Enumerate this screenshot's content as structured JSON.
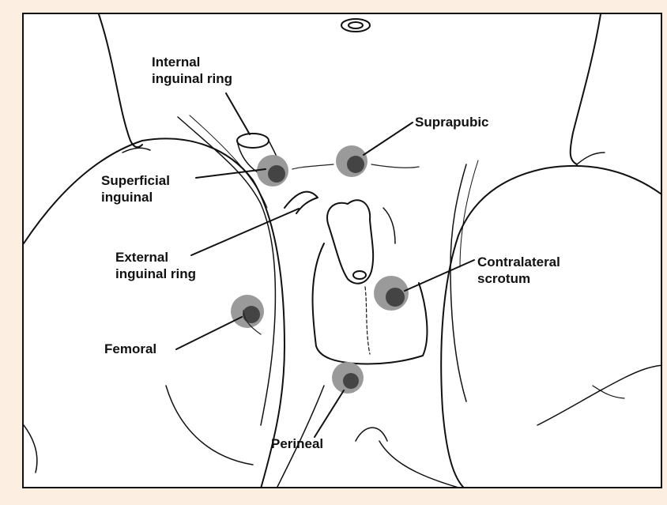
{
  "diagram": {
    "colors": {
      "background": "#fcefe2",
      "panel": "#ffffff",
      "ink": "#111111"
    },
    "labels": {
      "internal_ring": [
        "Internal",
        "inguinal ring"
      ],
      "suprapubic": [
        "Suprapubic"
      ],
      "superficial_inguinal": [
        "Superficial",
        "inguinal"
      ],
      "external_ring": [
        "External",
        "inguinal ring"
      ],
      "contralateral_scrotum": [
        "Contralateral",
        "scrotum"
      ],
      "femoral": [
        "Femoral"
      ],
      "perineal": [
        "Perineal"
      ]
    }
  }
}
